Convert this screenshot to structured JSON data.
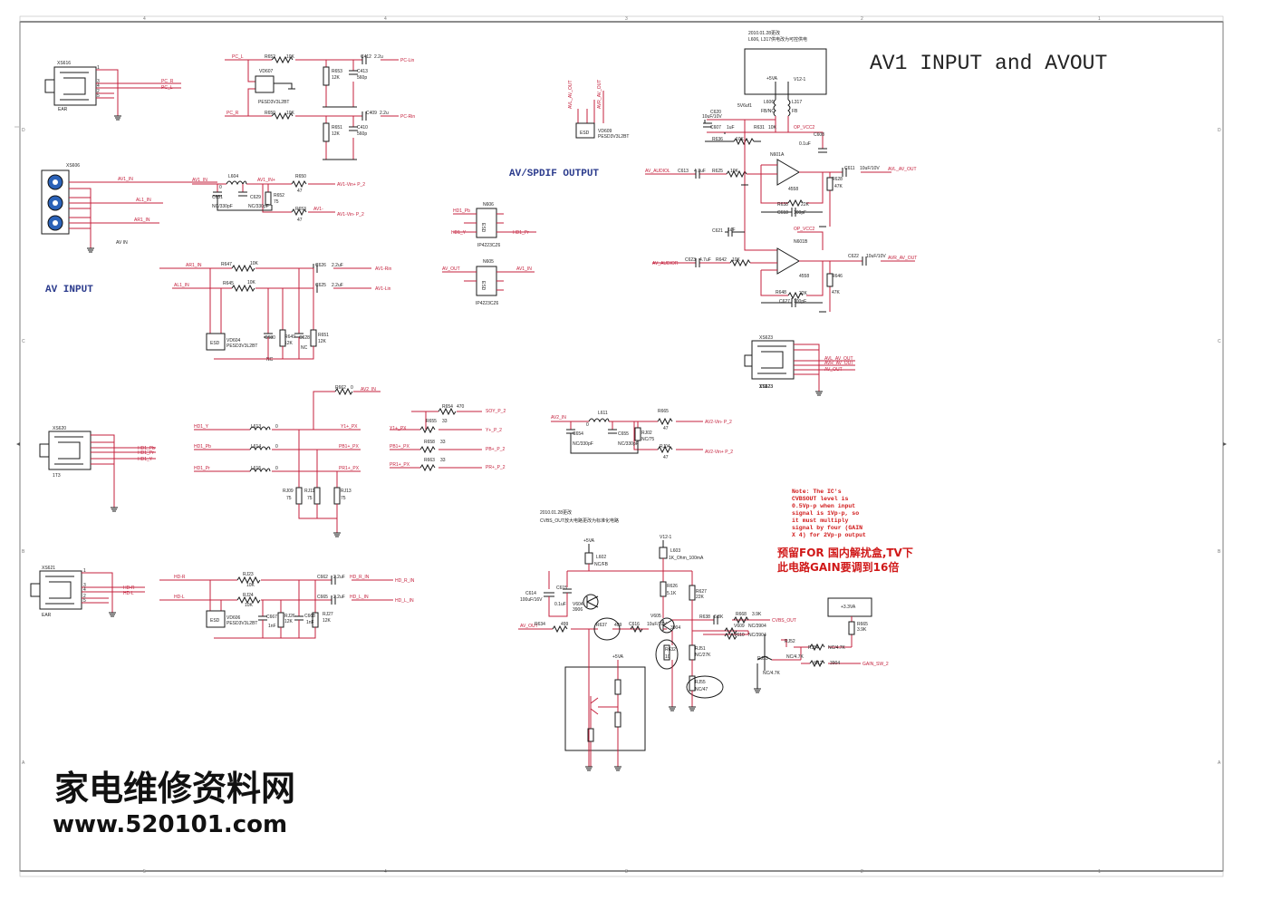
{
  "title": "AV1 INPUT and AVOUT",
  "sections": {
    "av_input": "AV INPUT",
    "av_spdif": "AV/SPDIF OUTPUT"
  },
  "notes": {
    "en": [
      "Note: The IC's",
      "CVBSOUT level is",
      "0.5Vp-p when input",
      "signal is 1Vp-p, so",
      "it must multiply",
      "signal by four (GAIN",
      "X 4) for 2Vp-p output"
    ],
    "cn": [
      "预留FOR 国内解扰盒,TV下",
      "此电路GAIN要调到16倍"
    ],
    "rev1": [
      "2010.01.28更改",
      "L606, L317供电改为可控供电"
    ],
    "rev2": [
      "2010.01.28更改",
      "CVBS_OUT放大电路更改为标准化电路"
    ]
  },
  "watermark": {
    "cn": "家电维修资料网",
    "url": "www.520101.com"
  },
  "connectors": {
    "xs616": {
      "ref": "XS616",
      "type": "EAR",
      "pins": [
        "1",
        "3",
        "4",
        "2",
        "5"
      ],
      "nets": [
        "PC_R",
        "PC_L"
      ]
    },
    "xs606": {
      "ref": "XS606",
      "type": "AV IN",
      "pins": [
        "5",
        "3",
        "4",
        "6",
        "7",
        "2",
        "1"
      ],
      "nets": [
        "AV1_IN",
        "AL1_IN",
        "AR1_IN"
      ]
    },
    "xs620": {
      "ref": "XS620",
      "type": "1T3",
      "nets": [
        "HD1_Pb",
        "HD1_Pr",
        "HD1_Y"
      ]
    },
    "xs621": {
      "ref": "XS621",
      "type": "EAR",
      "pins": [
        "1",
        "3",
        "4",
        "2",
        "5"
      ],
      "nets": [
        "HD-R",
        "HD-L"
      ]
    },
    "xs623": {
      "ref": "XS623",
      "type": "1T3",
      "pins": [
        "1",
        "2",
        "3",
        "4",
        "5"
      ],
      "nets": [
        "AVL_AV_OUT",
        "AVR_AV_OUT",
        "AV_OUT"
      ]
    }
  },
  "pc_audio": {
    "nets": [
      "PC_L",
      "PC_R",
      "PC-Lin",
      "PC-Rin"
    ],
    "parts": [
      {
        "ref": "R652",
        "val": "10K"
      },
      {
        "ref": "R650",
        "val": "10K"
      },
      {
        "ref": "R653",
        "val": "12K"
      },
      {
        "ref": "R651",
        "val": "12K"
      },
      {
        "ref": "C413",
        "val": "560p"
      },
      {
        "ref": "C410",
        "val": "560p"
      },
      {
        "ref": "C412",
        "val": "2.2u"
      },
      {
        "ref": "C409",
        "val": "2.2u"
      },
      {
        "ref": "VD607",
        "val": "PESD3V3L2BT"
      }
    ]
  },
  "av1_video": {
    "nets": [
      "AV1_IN",
      "AV1-Vin+ P_2",
      "AV1-",
      "AV1-Vin- P_2"
    ],
    "parts": [
      {
        "ref": "L604",
        "val": "0"
      },
      {
        "ref": "R650",
        "val": "47"
      },
      {
        "ref": "R653",
        "val": "47"
      },
      {
        "ref": "C631",
        "val": "NC/330pF"
      },
      {
        "ref": "C629",
        "val": "NC/330pF"
      },
      {
        "ref": "R652",
        "val": "75"
      }
    ]
  },
  "av1_audio": {
    "nets": [
      "AR1_IN",
      "AL1_IN",
      "AV1-Rin",
      "AV1-Lin"
    ],
    "parts": [
      {
        "ref": "R647",
        "val": "10K"
      },
      {
        "ref": "R645",
        "val": "10K"
      },
      {
        "ref": "C626",
        "val": "2.2uF"
      },
      {
        "ref": "C625",
        "val": "2.2uF"
      },
      {
        "ref": "C630",
        "val": "NC"
      },
      {
        "ref": "R649",
        "val": "12K"
      },
      {
        "ref": "C628",
        "val": "NC"
      },
      {
        "ref": "R651",
        "val": "12K"
      },
      {
        "ref": "VD604",
        "val": "PESD3V3L2BT"
      }
    ]
  },
  "esd_spdif": {
    "nets": [
      "AVL_AV_OUT",
      "AVR_AV_OUT"
    ],
    "part": {
      "ref": "VD609",
      "val": "PESD3V3L2BT"
    }
  },
  "ip4223": {
    "n606": {
      "ref": "N606",
      "val": "IP4223CZ6",
      "nets": [
        "HD1_Pb",
        "HD1_Y",
        "HD1_Pr"
      ]
    },
    "n605": {
      "ref": "N605",
      "val": "IP4223CZ6",
      "nets": [
        "AV_OUT",
        "AV1_IN"
      ]
    }
  },
  "opamp": {
    "supply": {
      "box": [
        "+5VA",
        "V12-1"
      ],
      "l606": {
        "ref": "L606",
        "val": "FB/NC"
      },
      "l317": {
        "ref": "L317",
        "val": "FB"
      },
      "rail": "5V6uf1",
      "net": "OP_VCC2"
    },
    "n601a": {
      "ref": "N601A",
      "val": "4558",
      "in": "AV_AUDIOL",
      "out": "AVL_AV_OUT"
    },
    "n601b": {
      "ref": "N601B",
      "val": "4558",
      "in": "AV_AUDIOR",
      "out": "AVR_AV_OUT"
    },
    "parts": [
      {
        "ref": "C620",
        "val": "10uF/10V"
      },
      {
        "ref": "C607",
        "val": "1uF"
      },
      {
        "ref": "R636",
        "val": "10K"
      },
      {
        "ref": "R631",
        "val": "10K"
      },
      {
        "ref": "C608",
        "val": "0.1uF"
      },
      {
        "ref": "C613",
        "val": "4.7uF"
      },
      {
        "ref": "R625",
        "val": "10K"
      },
      {
        "ref": "C611",
        "val": "10uF/10V"
      },
      {
        "ref": "R628",
        "val": "47K"
      },
      {
        "ref": "R638",
        "val": "22K"
      },
      {
        "ref": "C618",
        "val": "100pF"
      },
      {
        "ref": "C621",
        "val": "1uF"
      },
      {
        "ref": "C623",
        "val": "4.7uF"
      },
      {
        "ref": "R642",
        "val": "10K"
      },
      {
        "ref": "C622",
        "val": "10uF/10V"
      },
      {
        "ref": "R646",
        "val": "47K"
      },
      {
        "ref": "R648",
        "val": "22K"
      },
      {
        "ref": "C627",
        "val": "100pF"
      }
    ]
  },
  "ypbpr": {
    "nets": [
      "HD1_Y",
      "HD1_Pb",
      "HD1_Pr",
      "Y1+_PX",
      "PB1+_PX",
      "PR1+_PX",
      "AV2_IN",
      "SOY_P_2",
      "Y+_P_2",
      "PB+_P_2",
      "PR+_P_2"
    ],
    "parts": [
      {
        "ref": "L613",
        "val": "0"
      },
      {
        "ref": "L614",
        "val": "0"
      },
      {
        "ref": "L615",
        "val": "0"
      },
      {
        "ref": "R662",
        "val": "0"
      },
      {
        "ref": "RJ09",
        "val": "75"
      },
      {
        "ref": "RJ11",
        "val": "75"
      },
      {
        "ref": "RJ13",
        "val": "75"
      },
      {
        "ref": "R654",
        "val": "470"
      },
      {
        "ref": "R655",
        "val": "33"
      },
      {
        "ref": "R658",
        "val": "33"
      },
      {
        "ref": "R663",
        "val": "33"
      }
    ]
  },
  "av2_video": {
    "nets": [
      "AV2_IN",
      "AV2-Vin- P_2",
      "AV2-Vin+ P_2"
    ],
    "parts": [
      {
        "ref": "L611",
        "val": "0"
      },
      {
        "ref": "R665",
        "val": "47"
      },
      {
        "ref": "RJ04",
        "val": "47"
      },
      {
        "ref": "RJ02",
        "val": "NC/75"
      },
      {
        "ref": "C654",
        "val": "NC/330pF"
      },
      {
        "ref": "C655",
        "val": "NC/330pF"
      }
    ]
  },
  "hd_audio": {
    "nets": [
      "HD-R",
      "HD-L",
      "HD_R_IN",
      "HD_L_IN"
    ],
    "parts": [
      {
        "ref": "RJ23",
        "val": "10K"
      },
      {
        "ref": "RJ24",
        "val": "10K"
      },
      {
        "ref": "C662",
        "val": "2.2uF"
      },
      {
        "ref": "C665",
        "val": "2.2uF"
      },
      {
        "ref": "C667",
        "val": "1nF"
      },
      {
        "ref": "RJ26",
        "val": "12K"
      },
      {
        "ref": "C668",
        "val": "1nF"
      },
      {
        "ref": "RJ27",
        "val": "12K"
      },
      {
        "ref": "VD606",
        "val": "PESD3V3L2BT"
      }
    ]
  },
  "cvbs_amp": {
    "nets": [
      "+5VA",
      "V12-1",
      "AV_OUT",
      "CVBS_OUT",
      "+3.3VA",
      "GAIN_SW_2"
    ],
    "parts": [
      {
        "ref": "L602",
        "val": "NC/FB"
      },
      {
        "ref": "L603",
        "val": "1K_Ohm_100mA"
      },
      {
        "ref": "C614",
        "val": "100uF/16V"
      },
      {
        "ref": "C615",
        "val": "0.1uF"
      },
      {
        "ref": "V604",
        "val": "3906"
      },
      {
        "ref": "V605",
        "val": "3904"
      },
      {
        "ref": "R626",
        "val": "5.1K"
      },
      {
        "ref": "R627",
        "val": "22K"
      },
      {
        "ref": "R633",
        "val": "75"
      },
      {
        "ref": "R664",
        "val": "0"
      },
      {
        "ref": "R634",
        "val": "499"
      },
      {
        "ref": "R637",
        "val": "499"
      },
      {
        "ref": "C616",
        "val": "10uF/10V"
      },
      {
        "ref": "R632",
        "val": "10"
      },
      {
        "ref": "R638",
        "val": "6.8K"
      },
      {
        "ref": "R668",
        "val": "3.9K"
      },
      {
        "ref": "RJ51",
        "val": "NC/27K"
      },
      {
        "ref": "RJ55",
        "val": "NC/47"
      },
      {
        "ref": "V609",
        "val": "NC/3904"
      },
      {
        "ref": "V610",
        "val": "NC/3904"
      },
      {
        "ref": "RJ53",
        "val": "NC/4.7K"
      },
      {
        "ref": "RJ52",
        "val": "NC/4.7K"
      },
      {
        "ref": "RJ54",
        "val": "NC/4.7K"
      },
      {
        "ref": "V612",
        "val": "3904"
      },
      {
        "ref": "R665",
        "val": "3.9K"
      },
      {
        "ref": "R684",
        "val": "1.2K"
      },
      {
        "ref": "R669",
        "val": "33"
      }
    ]
  },
  "frame": {
    "top": [
      "4",
      "4",
      "3",
      "2",
      "1"
    ],
    "bottom": [
      "5",
      "4",
      "3",
      "2",
      "1"
    ],
    "left": [
      "D",
      "C",
      "B",
      "A"
    ],
    "right": [
      "D",
      "C",
      "B",
      "A"
    ]
  }
}
